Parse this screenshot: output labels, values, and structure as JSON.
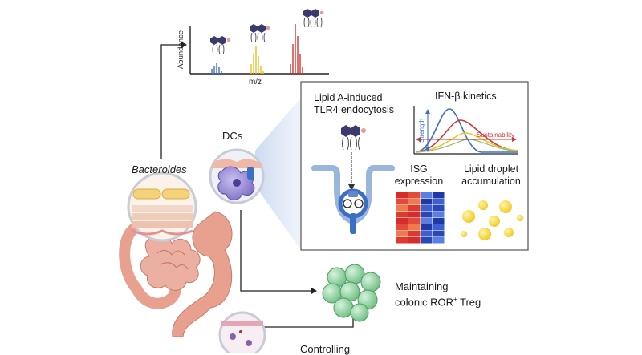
{
  "ms_panel": {
    "x_label": "m/z",
    "y_label": "Abundance"
  },
  "source_label": "Bacteroides",
  "cell_label": "DCs",
  "detail_panel": {
    "endocytosis_title_line1": "Lipid A-induced",
    "endocytosis_title_line2": "TLR4 endocytosis",
    "kinetics_title": "IFN-β kinetics",
    "strength_label": "Strength",
    "sustainability_label": "Sustainability",
    "isg_line1": "ISG",
    "isg_line2": "expression",
    "lipid_line1": "Lipid droplet",
    "lipid_line2": "accumulation"
  },
  "outcome": {
    "line1": "Maintaining",
    "line2_prefix": "colonic ROR",
    "line2_sup": "+",
    "line2_suffix": " Treg"
  },
  "bottom_label": "Controlling",
  "colors": {
    "blue_peaks": "#3b6fc4",
    "yellow_peaks": "#e8c21e",
    "red_peaks": "#d8332c",
    "lipid_head": "#3b3a6e",
    "treg": "#8fd1a0",
    "dc": "#9b8cd6",
    "intestine": "#e8a08f",
    "droplet": "#f4d23c"
  }
}
